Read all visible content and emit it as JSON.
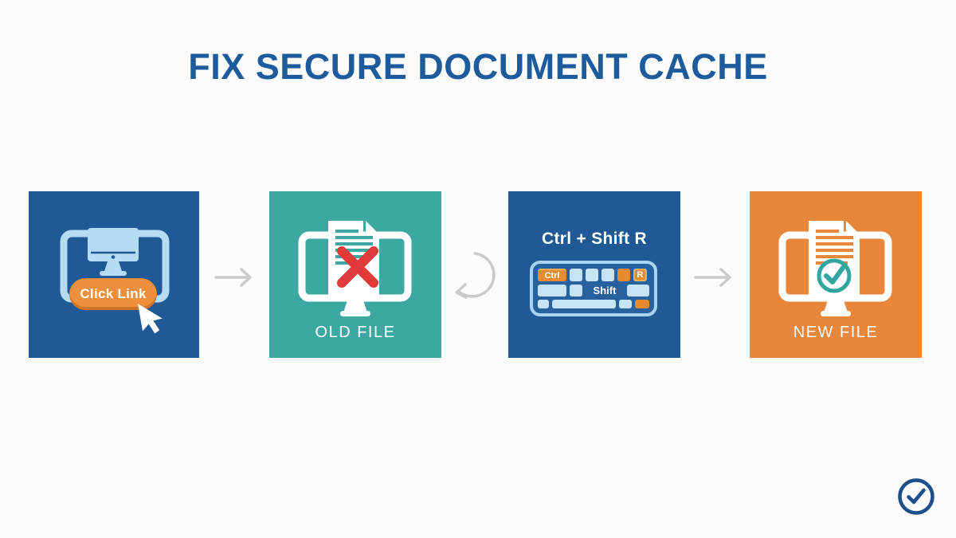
{
  "title": {
    "text": "FIX SECURE DOCUMENT CACHE"
  },
  "steps": [
    {
      "name": "click-link",
      "icon": "monitor-click-icon",
      "button_label": "Click Link"
    },
    {
      "name": "old-file",
      "icon": "old-file-monitor-icon",
      "label": "OLD FILE"
    },
    {
      "name": "refresh-shortcut",
      "icon": "keyboard-icon",
      "heading": "Ctrl + Shift R",
      "keyboard": {
        "ctrl_key": "Ctrl",
        "shift_key": "Shift",
        "r_key": "R"
      }
    },
    {
      "name": "new-file",
      "icon": "new-file-monitor-icon",
      "label": "NEW FILE"
    }
  ],
  "arrows": [
    {
      "between": "step-1-and-2",
      "icon": "right-arrow-icon"
    },
    {
      "between": "step-2-and-3",
      "icon": "refresh-arrow-icon"
    },
    {
      "between": "step-3-and-4",
      "icon": "right-arrow-icon"
    }
  ],
  "footer": {
    "icon": "check-circle-icon"
  },
  "colors": {
    "background": "#fcfcfc",
    "title": "#1e5b9d",
    "panel_blue": "#205a96",
    "panel_teal": "#3ca8a1",
    "panel_orange": "#e8873c",
    "icon_light_blue": "#b6dcf4",
    "key_light": "#c6e4f6",
    "key_orange": "#e98b2d",
    "button_orange": "#ee8f3b",
    "error_red": "#e23a3a",
    "success_teal": "#31a6a0",
    "arrow_gray": "#cbcbcb",
    "badge_blue": "#1d4f8b",
    "white": "#ffffff"
  }
}
